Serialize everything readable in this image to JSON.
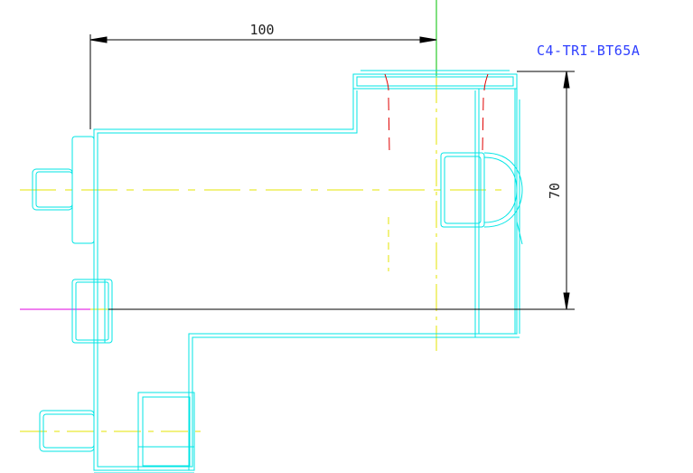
{
  "colors": {
    "background": "#ffffff",
    "outline": "#00e5e5",
    "centerline": "#e5e500",
    "hidden": "#e00000",
    "dimension": "#000000",
    "label": "#2f3fff",
    "vertical_axis": "#00c000",
    "magenta_axis": "#e000e0"
  },
  "dimensions": {
    "width_value": "100",
    "height_value": "70"
  },
  "part_label": "C4-TRI-BT65A"
}
